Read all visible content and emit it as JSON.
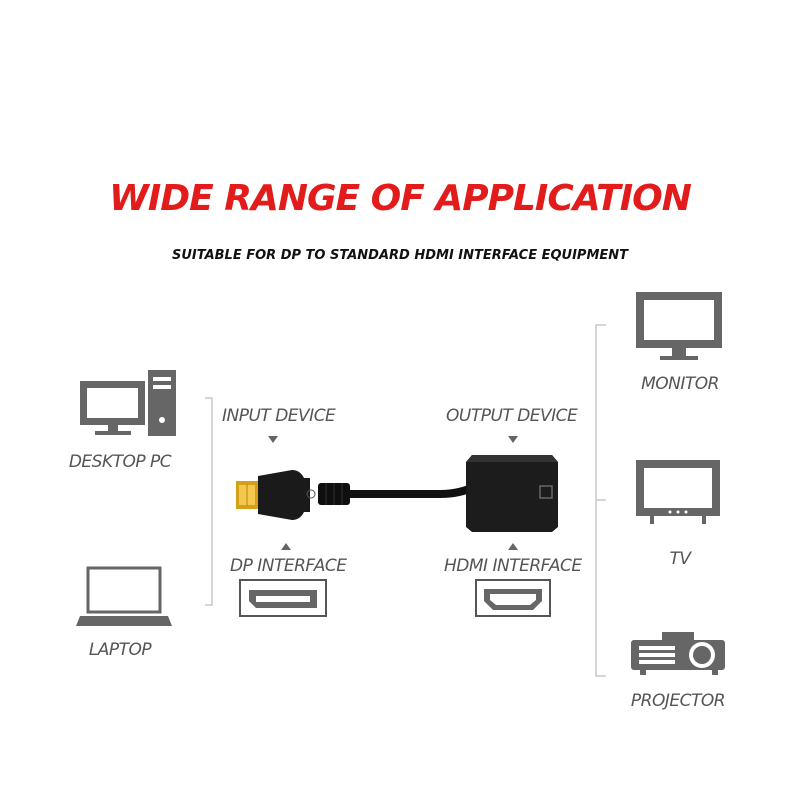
{
  "title": "WIDE RANGE OF APPLICATION",
  "subtitle": "SUITABLE FOR DP TO STANDARD HDMI INTERFACE EQUIPMENT",
  "inputs": {
    "device_label": "INPUT DEVICE",
    "interface_label": "DP INTERFACE",
    "sources": [
      {
        "label": "DESKTOP PC",
        "icon": "desktop-pc-icon"
      },
      {
        "label": "LAPTOP",
        "icon": "laptop-icon"
      }
    ]
  },
  "outputs": {
    "device_label": "OUTPUT DEVICE",
    "interface_label": "HDMI INTERFACE",
    "targets": [
      {
        "label": "MONITOR",
        "icon": "monitor-icon"
      },
      {
        "label": "TV",
        "icon": "tv-icon"
      },
      {
        "label": "PROJECTOR",
        "icon": "projector-icon"
      }
    ]
  },
  "colors": {
    "title": "#e21b1b",
    "icon": "#666666",
    "bracket": "#c8c8c8",
    "cable": "#111111",
    "connector_gold": "#d4a017"
  }
}
